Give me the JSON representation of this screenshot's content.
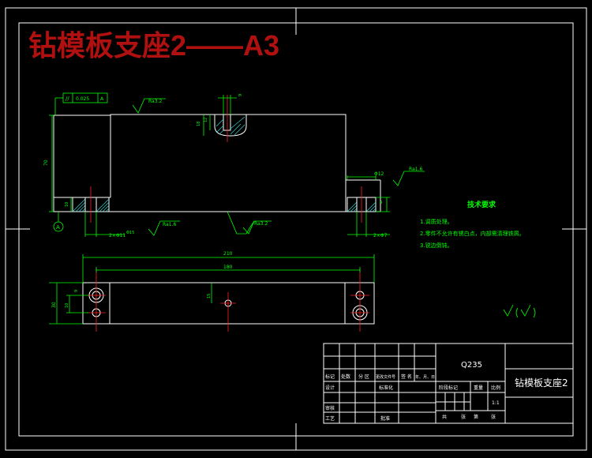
{
  "title": "钻模板支座2——A3",
  "dims": {
    "d70": "70",
    "d10": "10",
    "d9": "9",
    "d18": "18",
    "d12": "12",
    "d4": "4",
    "d210": "210",
    "d180": "180",
    "d15": "15",
    "d30": "30",
    "d10b": "10",
    "d9b": "9",
    "phi12": "Φ12",
    "two_x_left": "2×Φ11",
    "two_x_right": "2×Φ7",
    "phi15": "Φ15",
    "tol_val": "0.025",
    "tol_ref": "A",
    "datum": "A"
  },
  "roughness": {
    "r1": "Ra3.2",
    "r2": "Ra1.6",
    "r3": "Ra3.2",
    "r4": "Ra1.6"
  },
  "tech": {
    "heading": "技术要求",
    "items": [
      "1.调质处理。",
      "2.零件不允许有锈白点，内部需清理铁屑。",
      "3.锐边倒钝。"
    ]
  },
  "title_block": {
    "material": "Q235",
    "part_name": "钻模板支座2",
    "scale": "1:1",
    "hdr_cells": [
      "标记",
      "处数",
      "分 区",
      "更改文件号",
      "签 名",
      "年、月、日"
    ],
    "row_design": [
      "设计",
      "标准化"
    ],
    "row_review": "审核",
    "row_process": [
      "工艺",
      "批准"
    ],
    "stage_hdr": [
      "阶段标记",
      "重量",
      "比例"
    ],
    "sheet_line": [
      "共",
      "张",
      "第",
      "张"
    ]
  }
}
